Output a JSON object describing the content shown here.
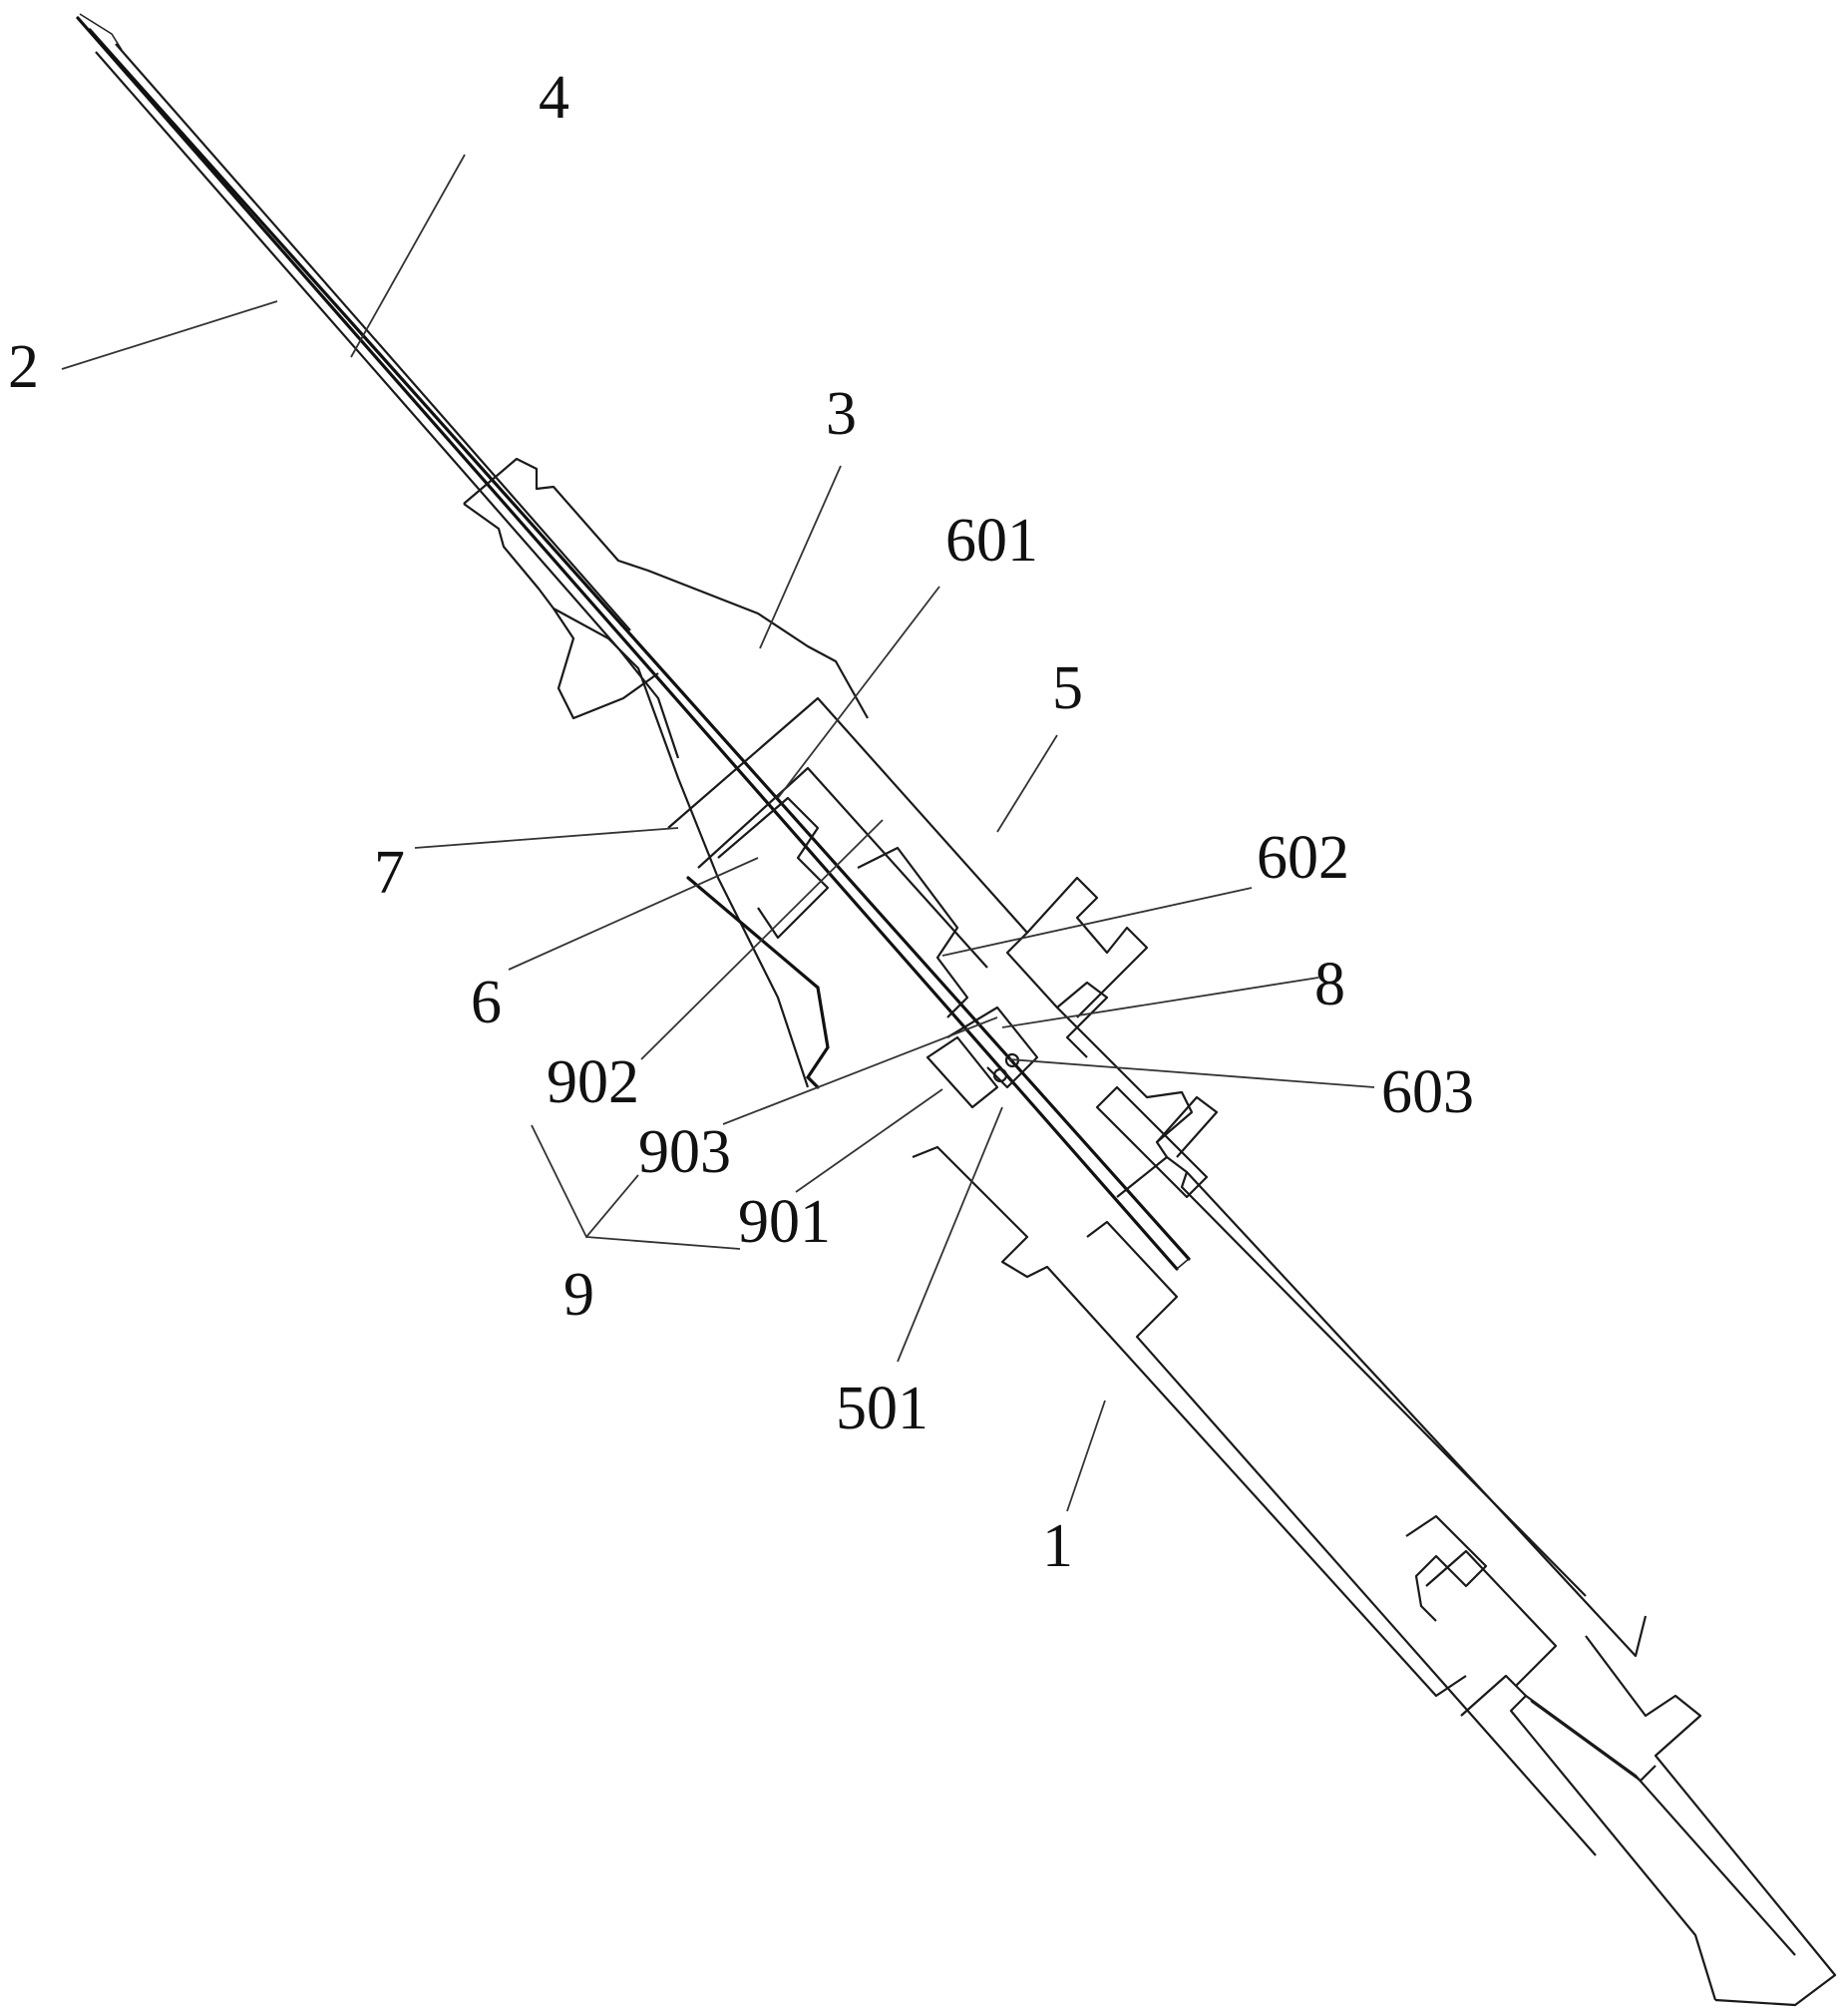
{
  "figure": {
    "subject": "catheter needle assembly, sectional view",
    "line_color": "#1a1a1a",
    "background": "#ffffff"
  },
  "reference_labels": [
    {
      "id": "ref-1",
      "text": "1",
      "part": "catheter hub body"
    },
    {
      "id": "ref-2",
      "text": "2",
      "part": "needle"
    },
    {
      "id": "ref-3",
      "text": "3",
      "part": "catheter seat"
    },
    {
      "id": "ref-4",
      "text": "4",
      "part": "catheter tube"
    },
    {
      "id": "ref-5",
      "text": "5",
      "part": "needle seat"
    },
    {
      "id": "ref-501",
      "text": "501",
      "part": "needle seat sub-part"
    },
    {
      "id": "ref-6",
      "text": "6",
      "part": "valve assembly"
    },
    {
      "id": "ref-601",
      "text": "601",
      "part": "valve sub-part 601"
    },
    {
      "id": "ref-602",
      "text": "602",
      "part": "valve sub-part 602"
    },
    {
      "id": "ref-603",
      "text": "603",
      "part": "valve sub-part 603"
    },
    {
      "id": "ref-7",
      "text": "7",
      "part": "sleeve"
    },
    {
      "id": "ref-8",
      "text": "8",
      "part": "spring clip"
    },
    {
      "id": "ref-9",
      "text": "9",
      "part": "protection assembly"
    },
    {
      "id": "ref-901",
      "text": "901",
      "part": "protection sub-part 901"
    },
    {
      "id": "ref-902",
      "text": "902",
      "part": "protection sub-part 902"
    },
    {
      "id": "ref-903",
      "text": "903",
      "part": "protection sub-part 903"
    }
  ]
}
